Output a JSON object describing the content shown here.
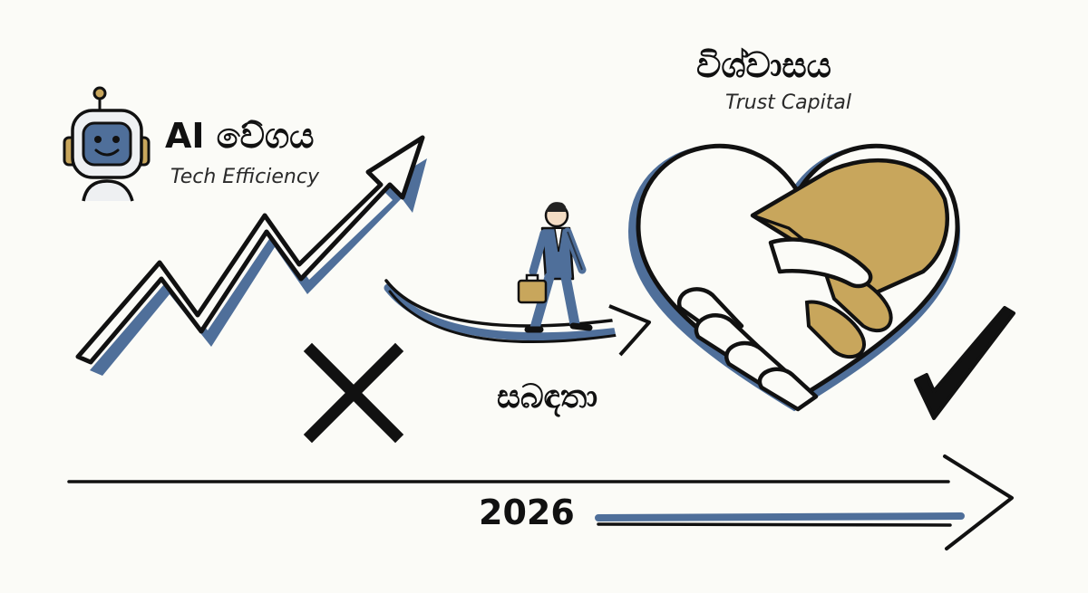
{
  "left_block": {
    "title": "AI වේගය",
    "subtitle": "Tech Efficiency",
    "icon": "robot-icon"
  },
  "right_block": {
    "title": "විශ්වාසය",
    "subtitle": "Trust Capital",
    "icon": "handshake-heart-icon"
  },
  "middle_block": {
    "label": "සබඳතා",
    "icon": "walking-businessman-icon"
  },
  "timeline": {
    "label": "2026"
  },
  "marks": {
    "cross": "cross-mark-icon",
    "check": "check-mark-icon"
  },
  "colors": {
    "ink": "#111111",
    "accent_blue": "#4f6f9a",
    "accent_gold": "#c8a65c",
    "background": "#fbfbf7"
  }
}
